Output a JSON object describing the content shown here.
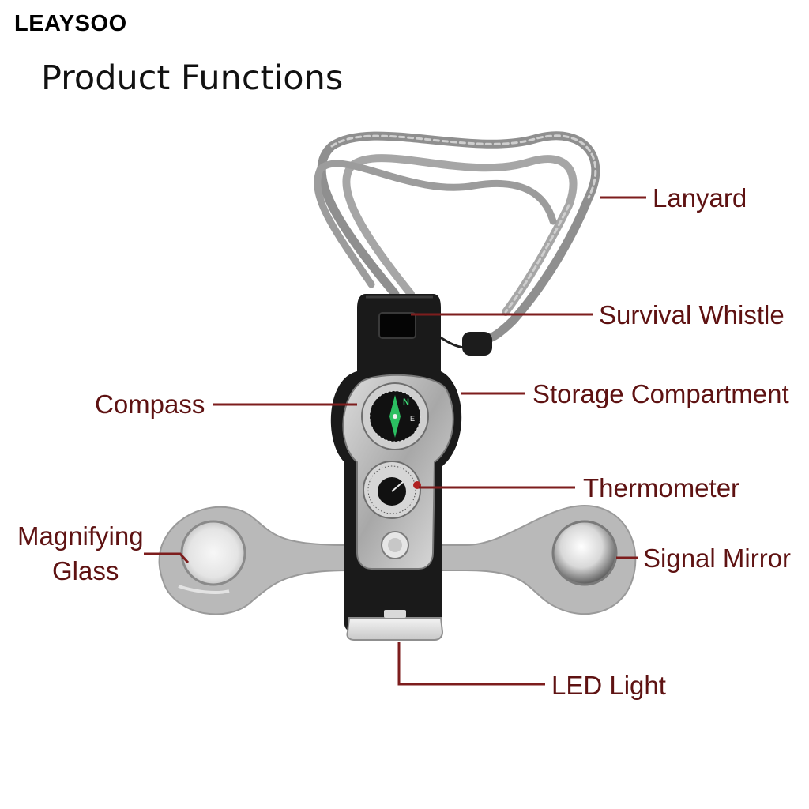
{
  "brand": "LEAYSOO",
  "heading": "Product Functions",
  "labels": {
    "lanyard": "Lanyard",
    "survival_whistle": "Survival Whistle",
    "storage_compartment": "Storage Compartment",
    "compass": "Compass",
    "thermometer": "Thermometer",
    "magnifying_line1": "Magnifying",
    "magnifying_line2": "Glass",
    "signal_mirror": "Signal Mirror",
    "led_light": "LED Light"
  },
  "compass_marks": {
    "n": "N",
    "e": "E"
  },
  "colors": {
    "label_text": "#5e1212",
    "leader_line": "#7d1d1d",
    "device_body": "#1a1a1a",
    "faceplate": "#bdbdbd",
    "bar": "#b4b4b4",
    "lanyard": "#9a9a9a"
  }
}
